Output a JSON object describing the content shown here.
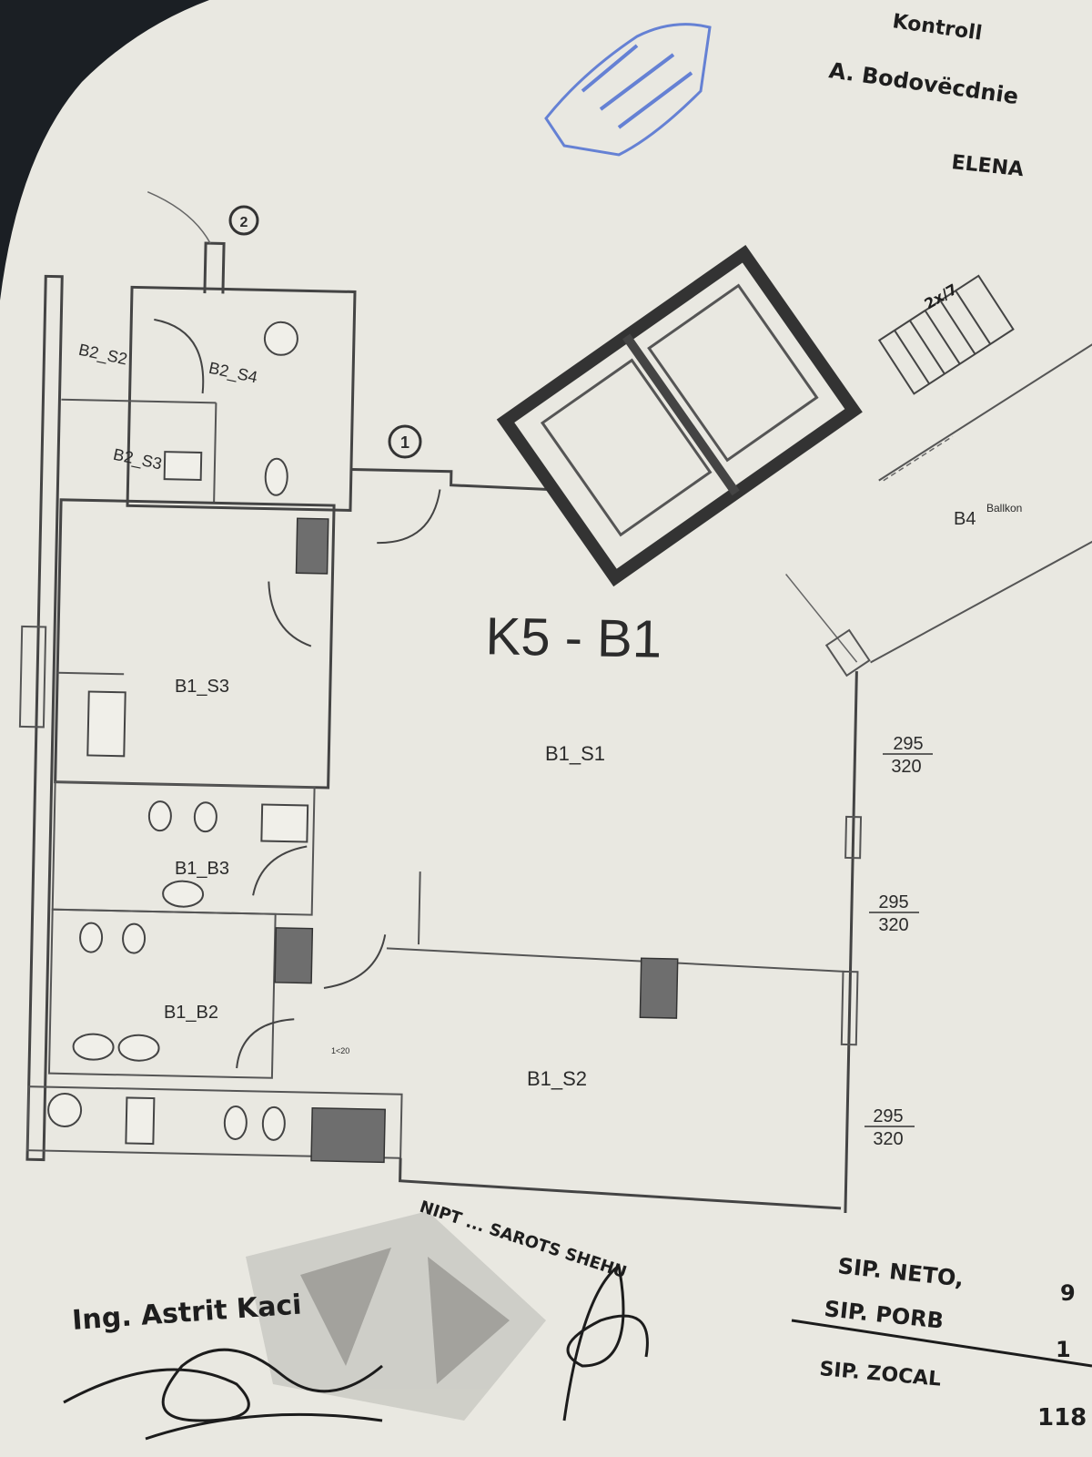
{
  "plan": {
    "title": "K5 - B1",
    "rooms": {
      "s1": "B1_S1",
      "s2": "B1_S2",
      "s3": "B1_S3",
      "b2": "B1_B2",
      "b3": "B1_B3",
      "b2_s2": "B2_S2",
      "b2_s4": "B2_S4",
      "b2_s3": "B2_S3"
    },
    "balcony": {
      "code": "B4",
      "name": "Ballkon"
    },
    "markers": [
      "1",
      "2"
    ],
    "dimensions": [
      {
        "top": "295",
        "bottom": "320"
      },
      {
        "top": "295",
        "bottom": "320"
      },
      {
        "top": "295",
        "bottom": "320"
      }
    ],
    "small_note": "1<20"
  },
  "handwriting": {
    "top_right": [
      "Kontroll",
      "A. Bodovëcdnie",
      "ELENA"
    ],
    "engineer": "Ing. Astrit Kaci",
    "license": "NIPT ... SAROTS SHEHU",
    "area_label_1": "SIP. NETO,",
    "area_value_1": "9",
    "area_label_2": "SIP. PORB",
    "area_value_2": "1",
    "area_label_3": "SIP. ZOCAL",
    "area_value_3": "118",
    "stairs_note": "2x/7"
  },
  "colors": {
    "paper": "#e9e8e1",
    "ink": "#2b2b2b",
    "stamp_blue": "#3a5fd0",
    "stamp_gray": "#8a8a8a"
  }
}
